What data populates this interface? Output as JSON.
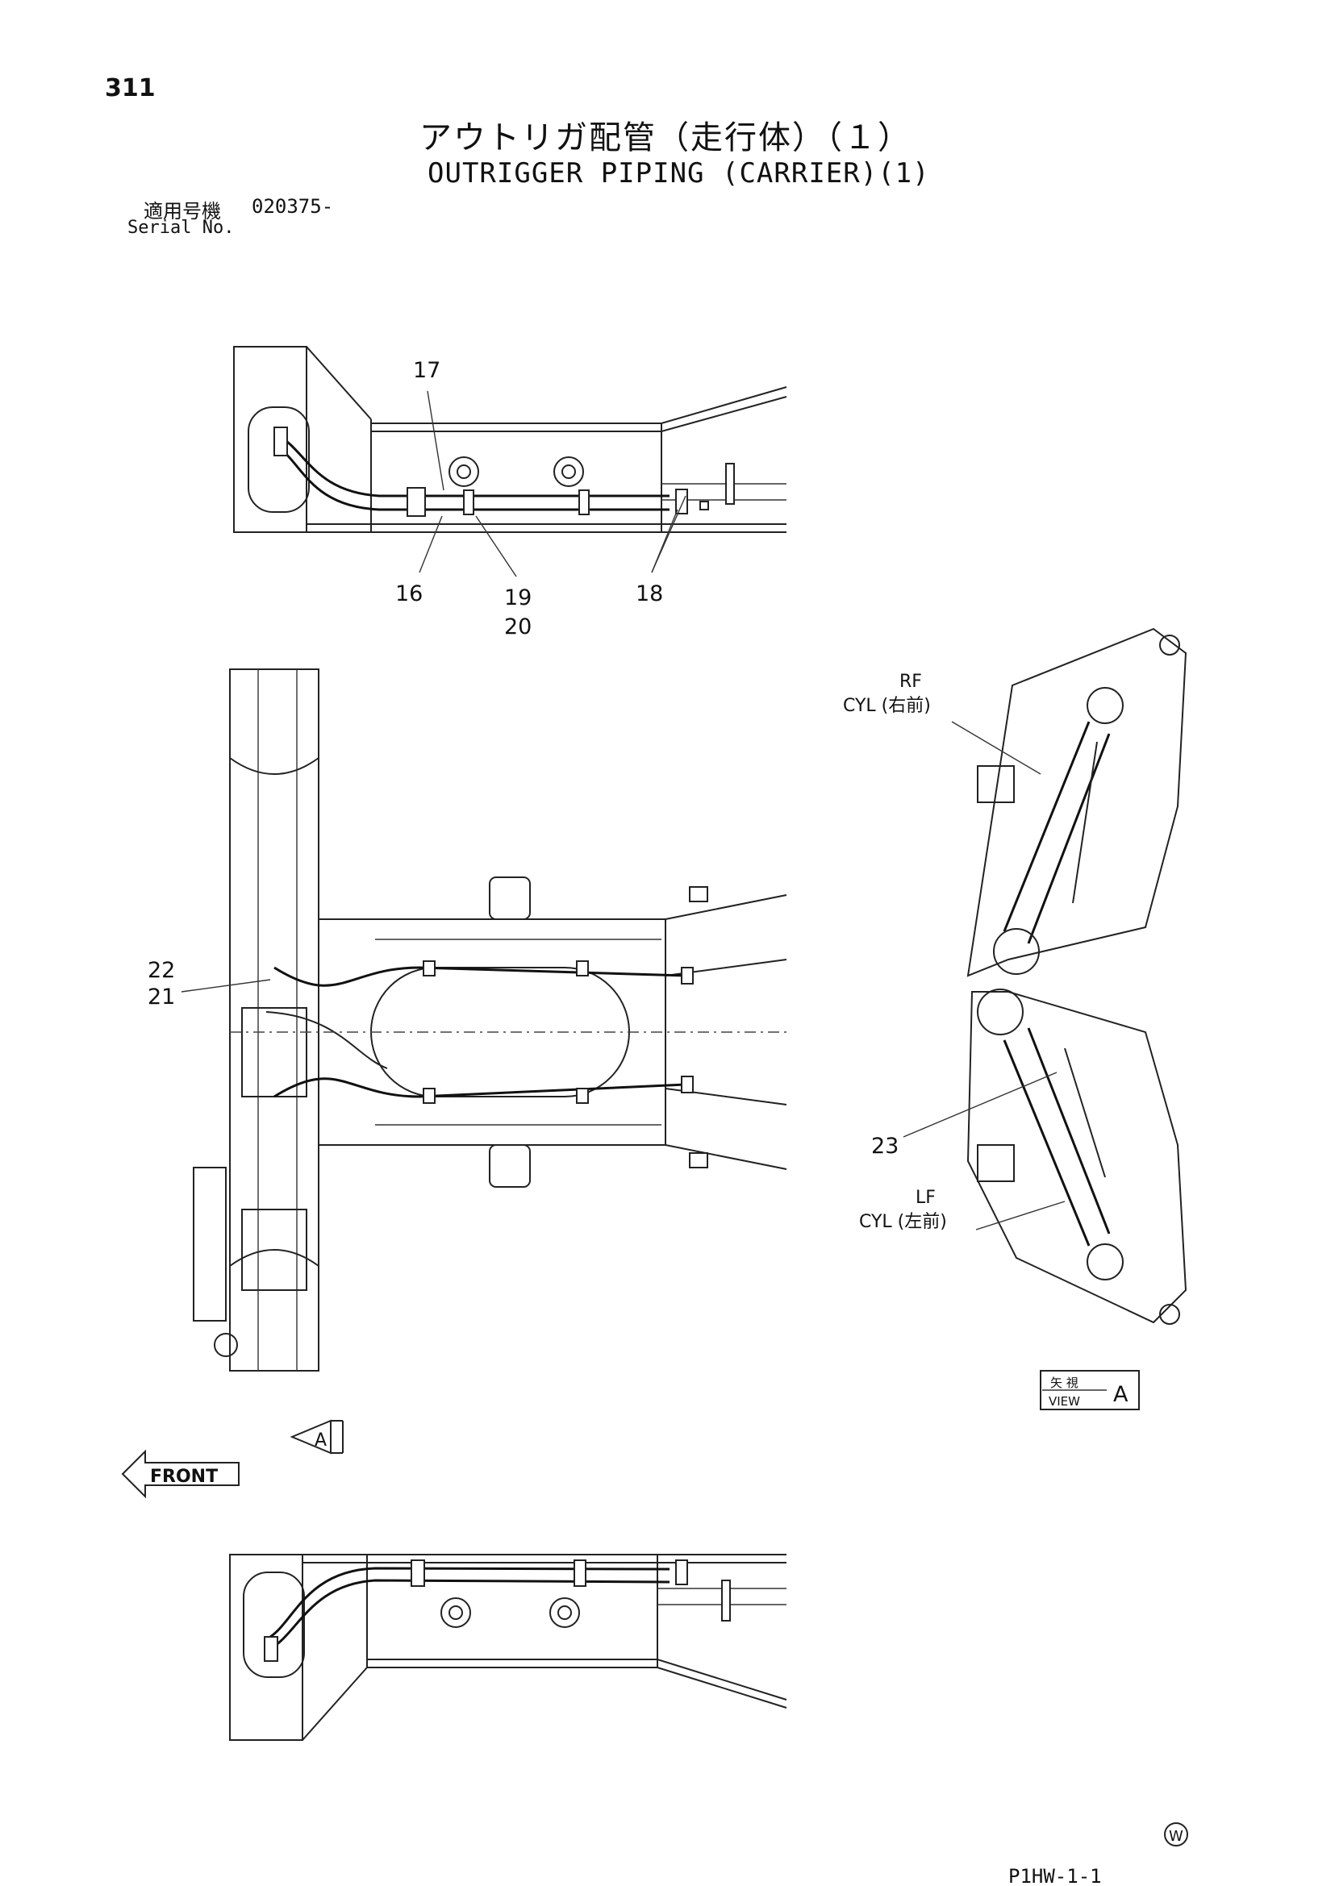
{
  "header": {
    "page_number": "311",
    "title_jp": "アウトリガ配管（走行体）（１）",
    "title_en": "OUTRIGGER PIPING (CARRIER)(1)",
    "serial_label_jp": "適用号機",
    "serial_value": "020375-",
    "serial_label_en": "Serial No."
  },
  "callouts": {
    "p16": "16",
    "p17": "17",
    "p18": "18",
    "p19": "19",
    "p20": "20",
    "p21": "21",
    "p22": "22",
    "p23": "23"
  },
  "view_a": {
    "rf_line1": "RF",
    "rf_line2": "CYL (右前)",
    "lf_line1": "LF",
    "lf_line2": "CYL (左前)",
    "view_jp": "矢 視",
    "view_en": "VIEW",
    "view_letter": "A",
    "arrow_letter": "A"
  },
  "front_label": "FRONT",
  "footer": {
    "symbol": "W",
    "code": "P1HW-1-1"
  }
}
